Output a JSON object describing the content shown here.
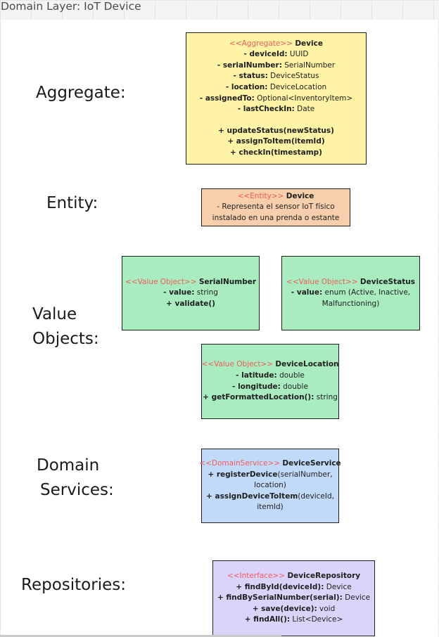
{
  "frame": {
    "title": "Domain Layer: IoT Device"
  },
  "labels": {
    "aggregate": "Aggregate:",
    "entity": "Entity:",
    "value_objects_1": "Value",
    "value_objects_2": "Objects:",
    "domain_services_1": "Domain",
    "domain_services_2": "Services:",
    "repositories": "Repositories:"
  },
  "aggregate_box": {
    "stereotype": "<<Aggregate>>",
    "name": "Device",
    "attributes": [
      {
        "prefix": "- ",
        "name": "deviceId:",
        "type": "UUID"
      },
      {
        "prefix": "- ",
        "name": "serialNumber:",
        "type": "SerialNumber"
      },
      {
        "prefix": "- ",
        "name": "status:",
        "type": "DeviceStatus"
      },
      {
        "prefix": "- ",
        "name": "location:",
        "type": "DeviceLocation"
      },
      {
        "prefix": "- ",
        "name": "assignedTo:",
        "type": "Optional<InventoryItem>"
      },
      {
        "prefix": "- ",
        "name": "lastCheckIn:",
        "type": "Date"
      }
    ],
    "methods": [
      "+ updateStatus(newStatus)",
      "+ assignToItem(itemId)",
      "+ checkIn(timestamp)"
    ]
  },
  "entity_box": {
    "stereotype": "<<Entity>>",
    "name": "Device",
    "description_1": "- Representa el sensor IoT físico",
    "description_2": "instalado en una prenda o estante"
  },
  "vo_serial": {
    "stereotype": "<<Value Object>>",
    "name": "SerialNumber",
    "attr_prefix": "- ",
    "attr_name": "value:",
    "attr_type": "string",
    "method": "+ validate()"
  },
  "vo_status": {
    "stereotype": "<<Value Object>>",
    "name": "DeviceStatus",
    "attr_prefix": "- ",
    "attr_name": "value:",
    "attr_type_1": "enum (Active, Inactive,",
    "attr_type_2": "Malfunctioning)"
  },
  "vo_location": {
    "stereotype": "<<Value Object>>",
    "name": "DeviceLocation",
    "attributes": [
      {
        "prefix": "- ",
        "name": "latitude:",
        "type": "double"
      },
      {
        "prefix": "- ",
        "name": "longitude:",
        "type": "double"
      },
      {
        "prefix": "+ ",
        "name": "getFormattedLocation():",
        "type": "string"
      }
    ]
  },
  "service_box": {
    "stereotype": "<<DomainService>>",
    "name": "DeviceService",
    "m1_name": "+ registerDevice",
    "m1_args_1": "(serialNumber,",
    "m1_args_2": "location)",
    "m2_name": "+ assignDeviceToItem",
    "m2_args_1": "(deviceId,",
    "m2_args_2": "itemId)"
  },
  "repo_box": {
    "stereotype": "<<Interface>>",
    "name": "DeviceRepository",
    "methods": [
      {
        "name": "+ findById(deviceId):",
        "type": "Device"
      },
      {
        "name": "+ findBySerialNumber(serial):",
        "type": "Device"
      },
      {
        "name": "+ save(device):",
        "type": "void"
      },
      {
        "name": "+ findAll():",
        "type": "List<Device>"
      }
    ]
  },
  "colors": {
    "aggregate_fill": "#fff3a6",
    "entity_fill": "#f7cfac",
    "value_object_fill": "#a8ecc0",
    "service_fill": "#c2daf9",
    "repository_fill": "#dcd3fb",
    "stereotype_text": "#f25a5a"
  }
}
